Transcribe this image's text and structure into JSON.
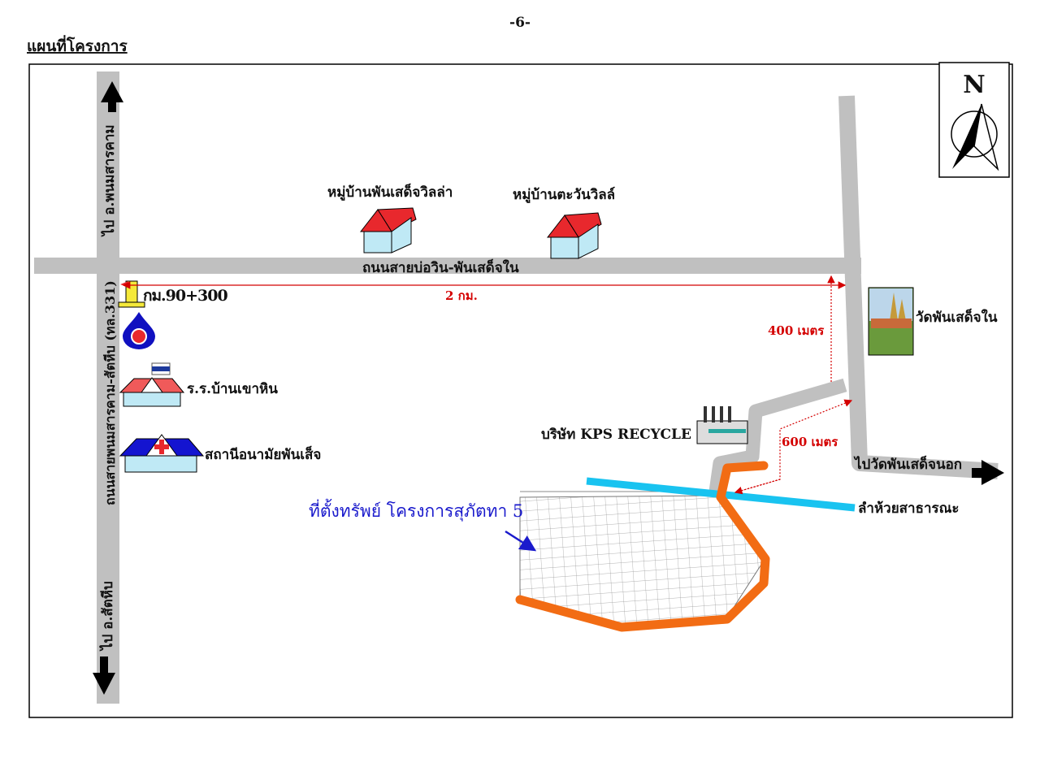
{
  "page_number": "-6-",
  "heading": "แผนที่โครงการ",
  "compass": {
    "letter": "N"
  },
  "roads": {
    "left_road": "ถนนสายพนมสารคาม-สัตหีบ (ทล.331)",
    "to_north": "ไป อ.พนมสารคาม",
    "to_south": "ไป อ.สัตหีบ",
    "main_road": "ถนนสายบ่อวิน-พันเสด็จใน",
    "to_east": "ไปวัดพันเสด็จนอก"
  },
  "landmarks": {
    "village1": "หมู่บ้านพันเสด็จวิลล่า",
    "village2": "หมู่บ้านตะวันวิลล์",
    "km_marker": "กม.90+300",
    "school": "ร.ร.บ้านเขาหิน",
    "health_station": "สถานีอนามัยพันเส็จ",
    "temple": "วัดพันเสด็จใน",
    "factory": "บริษัท KPS RECYCLE",
    "stream": "ลำห้วยสาธารณะ",
    "project": "ที่ตั้งทรัพย์ โครงการสุภัตทา 5"
  },
  "distances": {
    "d1": "2 กม.",
    "d2": "400 เมตร",
    "d3": "600 เมตร"
  },
  "colors": {
    "road": "#c0c0c0",
    "boundary": "#f26c14",
    "stream": "#19c3f0",
    "distance": "#d40000",
    "project_label": "#1a1acc"
  }
}
